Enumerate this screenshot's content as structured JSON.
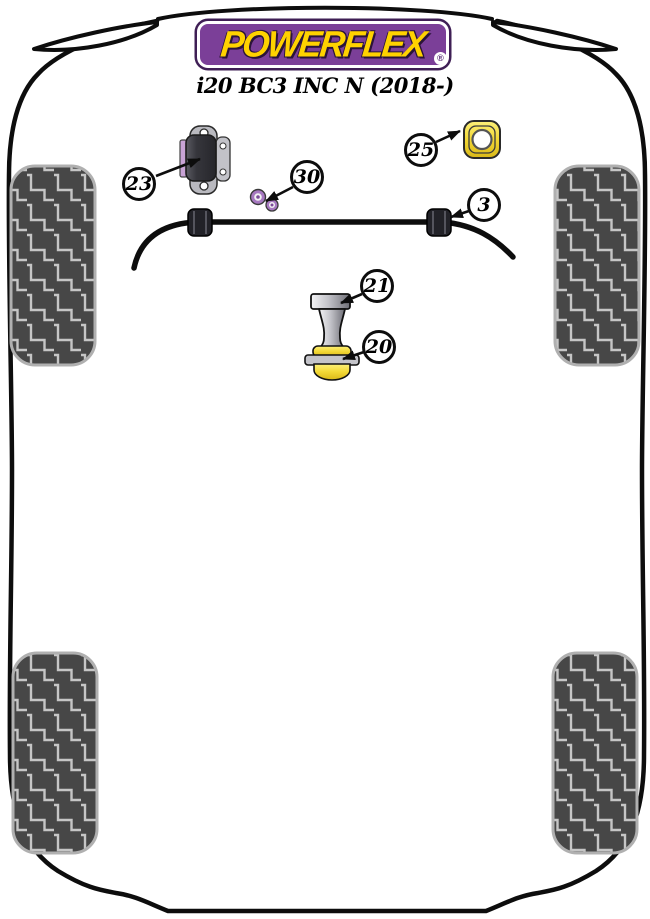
{
  "header": {
    "brand": "POWERFLEX",
    "registered": "®",
    "subtitle": "i20 BC3 INC N (2018-)"
  },
  "colors": {
    "brand_purple": "#7b3f98",
    "brand_yellow": "#ffd200",
    "bush_yellow": "#f2d23c",
    "bush_purple": "#c9a3d6",
    "outline_black": "#0d0d0d",
    "tire_dark": "#474747",
    "tread_light": "#c6c6c6"
  },
  "callouts": [
    {
      "number": "23",
      "target": "engine-mount-bush"
    },
    {
      "number": "30",
      "target": "bush-washers"
    },
    {
      "number": "25",
      "target": "square-mount-insert"
    },
    {
      "number": "3",
      "target": "anti-roll-bar-bush"
    },
    {
      "number": "21",
      "target": "torque-mount-upper-bush"
    },
    {
      "number": "20",
      "target": "torque-mount-lower-bush"
    }
  ]
}
